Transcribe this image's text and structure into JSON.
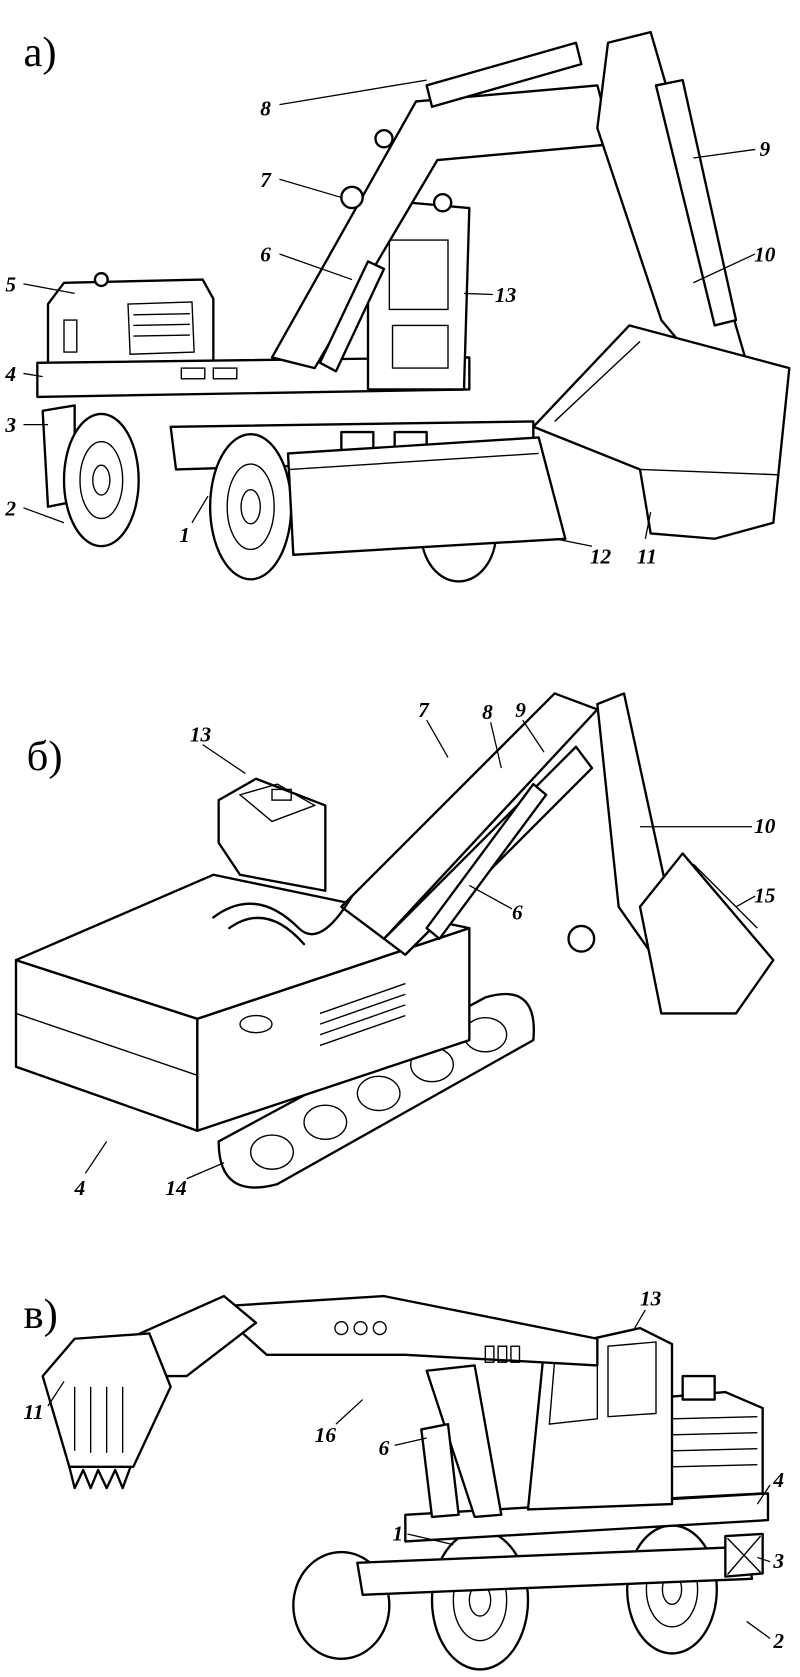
{
  "panels": [
    {
      "id": "a",
      "label": "а)",
      "callouts": [
        "1",
        "2",
        "3",
        "4",
        "5",
        "6",
        "7",
        "8",
        "9",
        "10",
        "11",
        "12",
        "13"
      ]
    },
    {
      "id": "b",
      "label": "б)",
      "callouts": [
        "4",
        "6",
        "7",
        "8",
        "9",
        "10",
        "13",
        "14",
        "15"
      ]
    },
    {
      "id": "v",
      "label": "в)",
      "callouts": [
        "1",
        "2",
        "3",
        "4",
        "6",
        "11",
        "13",
        "16"
      ]
    }
  ]
}
